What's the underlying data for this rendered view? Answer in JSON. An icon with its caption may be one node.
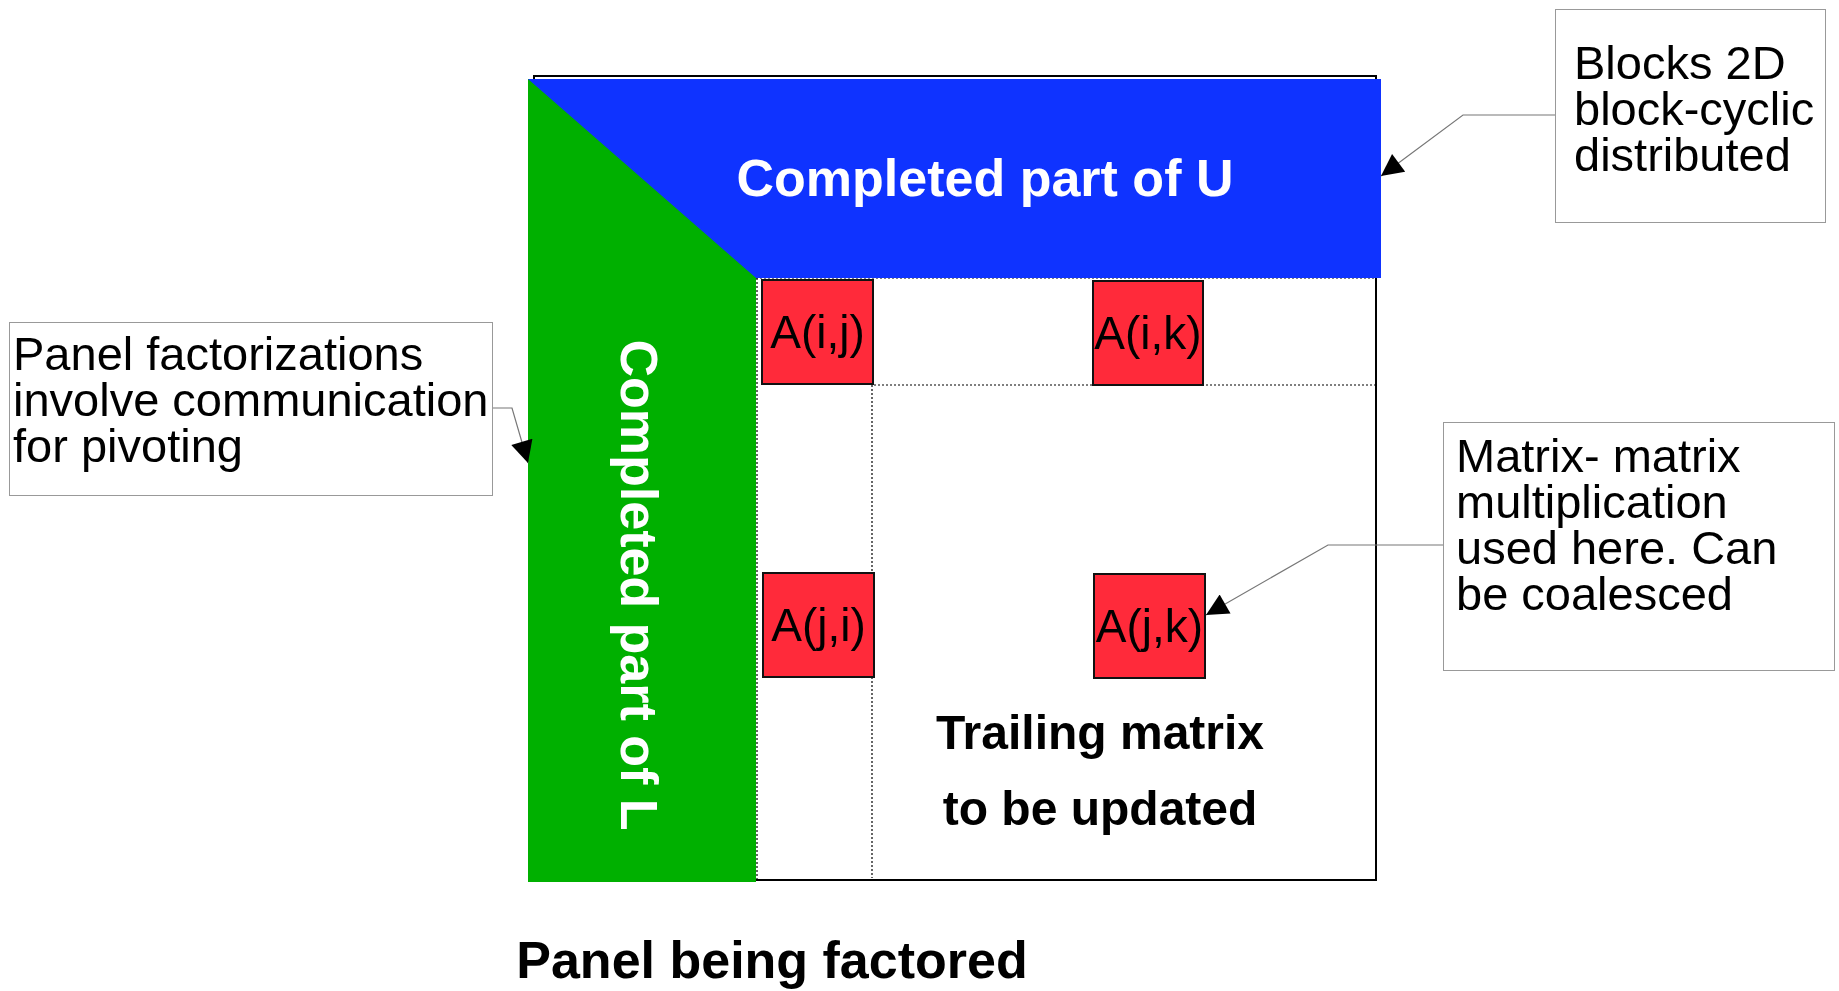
{
  "diagram": {
    "nodes": [
      {
        "text": [
          "Blocks 2D block-cyclic distributed"
        ]
      },
      {
        "text": [
          "Completed part of U"
        ]
      },
      {
        "text": [
          "Panel factorizations involve communication for pivoting"
        ]
      },
      {
        "text": [
          "Completed part of L"
        ]
      },
      {
        "text": [
          "A(i,j)"
        ]
      },
      {
        "text": [
          "A(i,k)"
        ]
      },
      {
        "text": [
          "Matrix- matrix multiplication used here. Can be coalesced"
        ]
      },
      {
        "text": [
          "A(j,i)"
        ]
      },
      {
        "text": [
          "A(j,k)"
        ]
      }
    ],
    "edges": [
      {
        "from": 0,
        "to": 1,
        "arrow": "to"
      },
      {
        "from": 2,
        "to": 3,
        "arrow": "to"
      },
      {
        "from": 6,
        "to": 8,
        "arrow": "to"
      }
    ],
    "labels": [
      "Trailing matrix to be updated",
      "Panel being factored"
    ]
  }
}
